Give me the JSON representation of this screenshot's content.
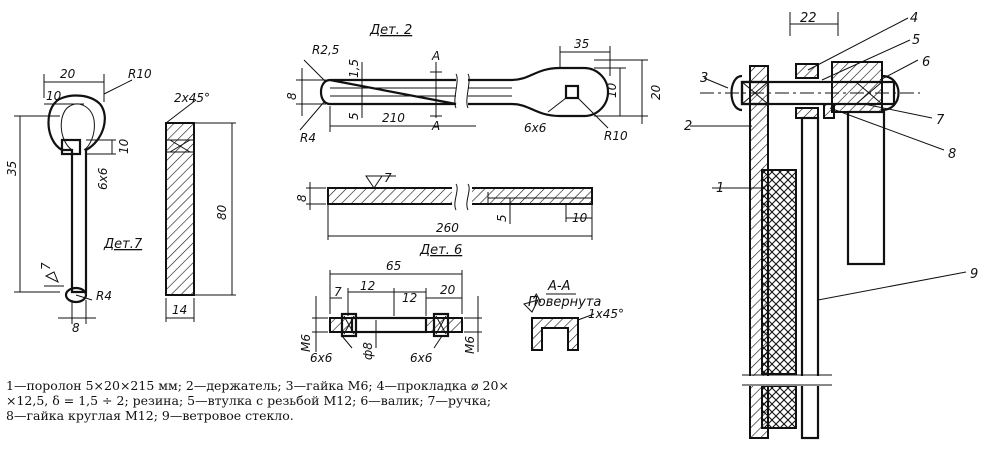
{
  "details": {
    "det2": "Дет. 2",
    "det6": "Дет. 6",
    "det7": "Дет.7",
    "section": "А-А",
    "section_note": "Повернута"
  },
  "dims": {
    "d7_20": "20",
    "d7_10": "10",
    "d7_R10": "R10",
    "d7_35": "35",
    "d7_6x6": "6x6",
    "d7_10b": "10",
    "d7_tol": "7",
    "d7_R4": "R4",
    "d7_8": "8",
    "bar_2x45": "2x45°",
    "bar_80": "80",
    "bar_14": "14",
    "d2_R25": "R2,5",
    "d2_15": "1,5",
    "d2_A1": "А",
    "d2_35": "35",
    "d2_8": "8",
    "d2_10": "10",
    "d2_20": "20",
    "d2_5": "5",
    "d2_210": "210",
    "d2_A2": "А",
    "d2_6x6": "6x6",
    "d2_R4": "R4",
    "d2_R10": "R10",
    "d6_tol": "7",
    "d6_8": "8",
    "d6_5": "5",
    "d6_10": "10",
    "d6_260": "260",
    "p_65": "65",
    "p_7": "7",
    "p_12a": "12",
    "p_12b": "12",
    "p_20": "20",
    "p_M6a": "М6",
    "p_6x6a": "6x6",
    "p_phi8": "ф8",
    "p_6x6b": "6x6",
    "p_M6b": "М6",
    "s_tol": "7",
    "s_1x45": "1x45°",
    "asm_22": "22"
  },
  "callouts": [
    "1",
    "2",
    "3",
    "4",
    "5",
    "6",
    "7",
    "8",
    "9"
  ],
  "legend": {
    "line1": "1—поролон 5×20×215 мм; 2—держатель; 3—гайка М6; 4—прокладка ⌀ 20×",
    "line2": "×12,5, δ = 1,5 ÷ 2; резина; 5—втулка с резьбой М12; 6—валик; 7—ручка;",
    "line3": "8—гайка круглая М12; 9—ветровое стекло."
  }
}
